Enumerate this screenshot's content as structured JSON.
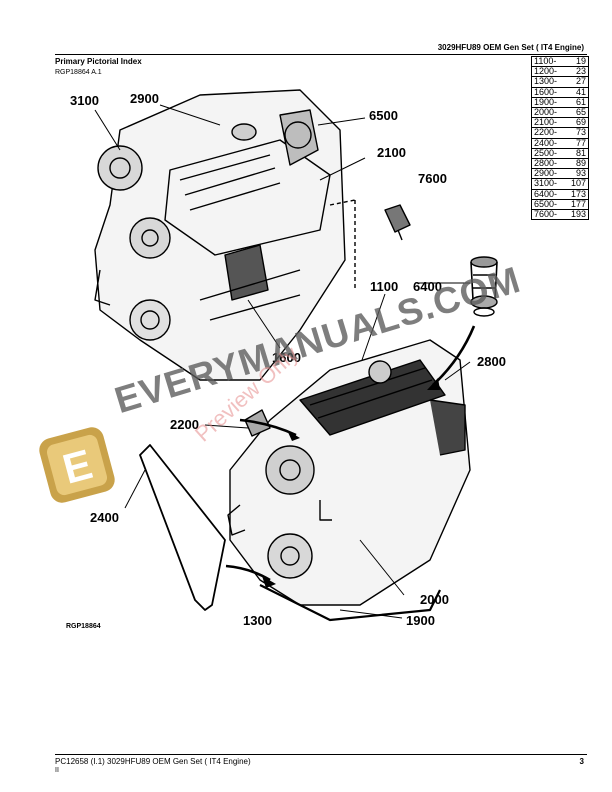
{
  "header": {
    "title": "3029HFU89 OEM Gen Set ( IT4 Engine)"
  },
  "section": {
    "title": "Primary Pictorial Index",
    "ref": "RGP18864 A.1"
  },
  "index": [
    {
      "code": "1100-",
      "page": "19"
    },
    {
      "code": "1200-",
      "page": "23"
    },
    {
      "code": "1300-",
      "page": "27"
    },
    {
      "code": "1600-",
      "page": "41"
    },
    {
      "code": "1900-",
      "page": "61"
    },
    {
      "code": "2000-",
      "page": "65"
    },
    {
      "code": "2100-",
      "page": "69"
    },
    {
      "code": "2200-",
      "page": "73"
    },
    {
      "code": "2400-",
      "page": "77"
    },
    {
      "code": "2500-",
      "page": "81"
    },
    {
      "code": "2800-",
      "page": "89"
    },
    {
      "code": "2900-",
      "page": "93"
    },
    {
      "code": "3100-",
      "page": "107"
    },
    {
      "code": "6400-",
      "page": "173"
    },
    {
      "code": "6500-",
      "page": "177"
    },
    {
      "code": "7600-",
      "page": "193"
    }
  ],
  "callouts": {
    "c3100": "3100",
    "c2900": "2900",
    "c6500": "6500",
    "c2100": "2100",
    "c7600": "7600",
    "c1100": "1100",
    "c6400": "6400",
    "c2800": "2800",
    "c1600": "1600",
    "c2200": "2200",
    "c2400": "2400",
    "c2000": "2000",
    "c1300": "1300",
    "c1900": "1900"
  },
  "figure": {
    "code": "RGP18864"
  },
  "watermark": {
    "text": "EVERYMANUALS.COM",
    "preview": "Preview Only",
    "logo_letter": "E"
  },
  "footer": {
    "doc": "PC12658 (I.1) 3029HFU89 OEM Gen Set ( IT4 Engine)",
    "sub": "II",
    "page": "3"
  },
  "colors": {
    "logo_outer": "#c9a24a",
    "logo_inner": "#e9c97a",
    "ink": "#000000"
  }
}
